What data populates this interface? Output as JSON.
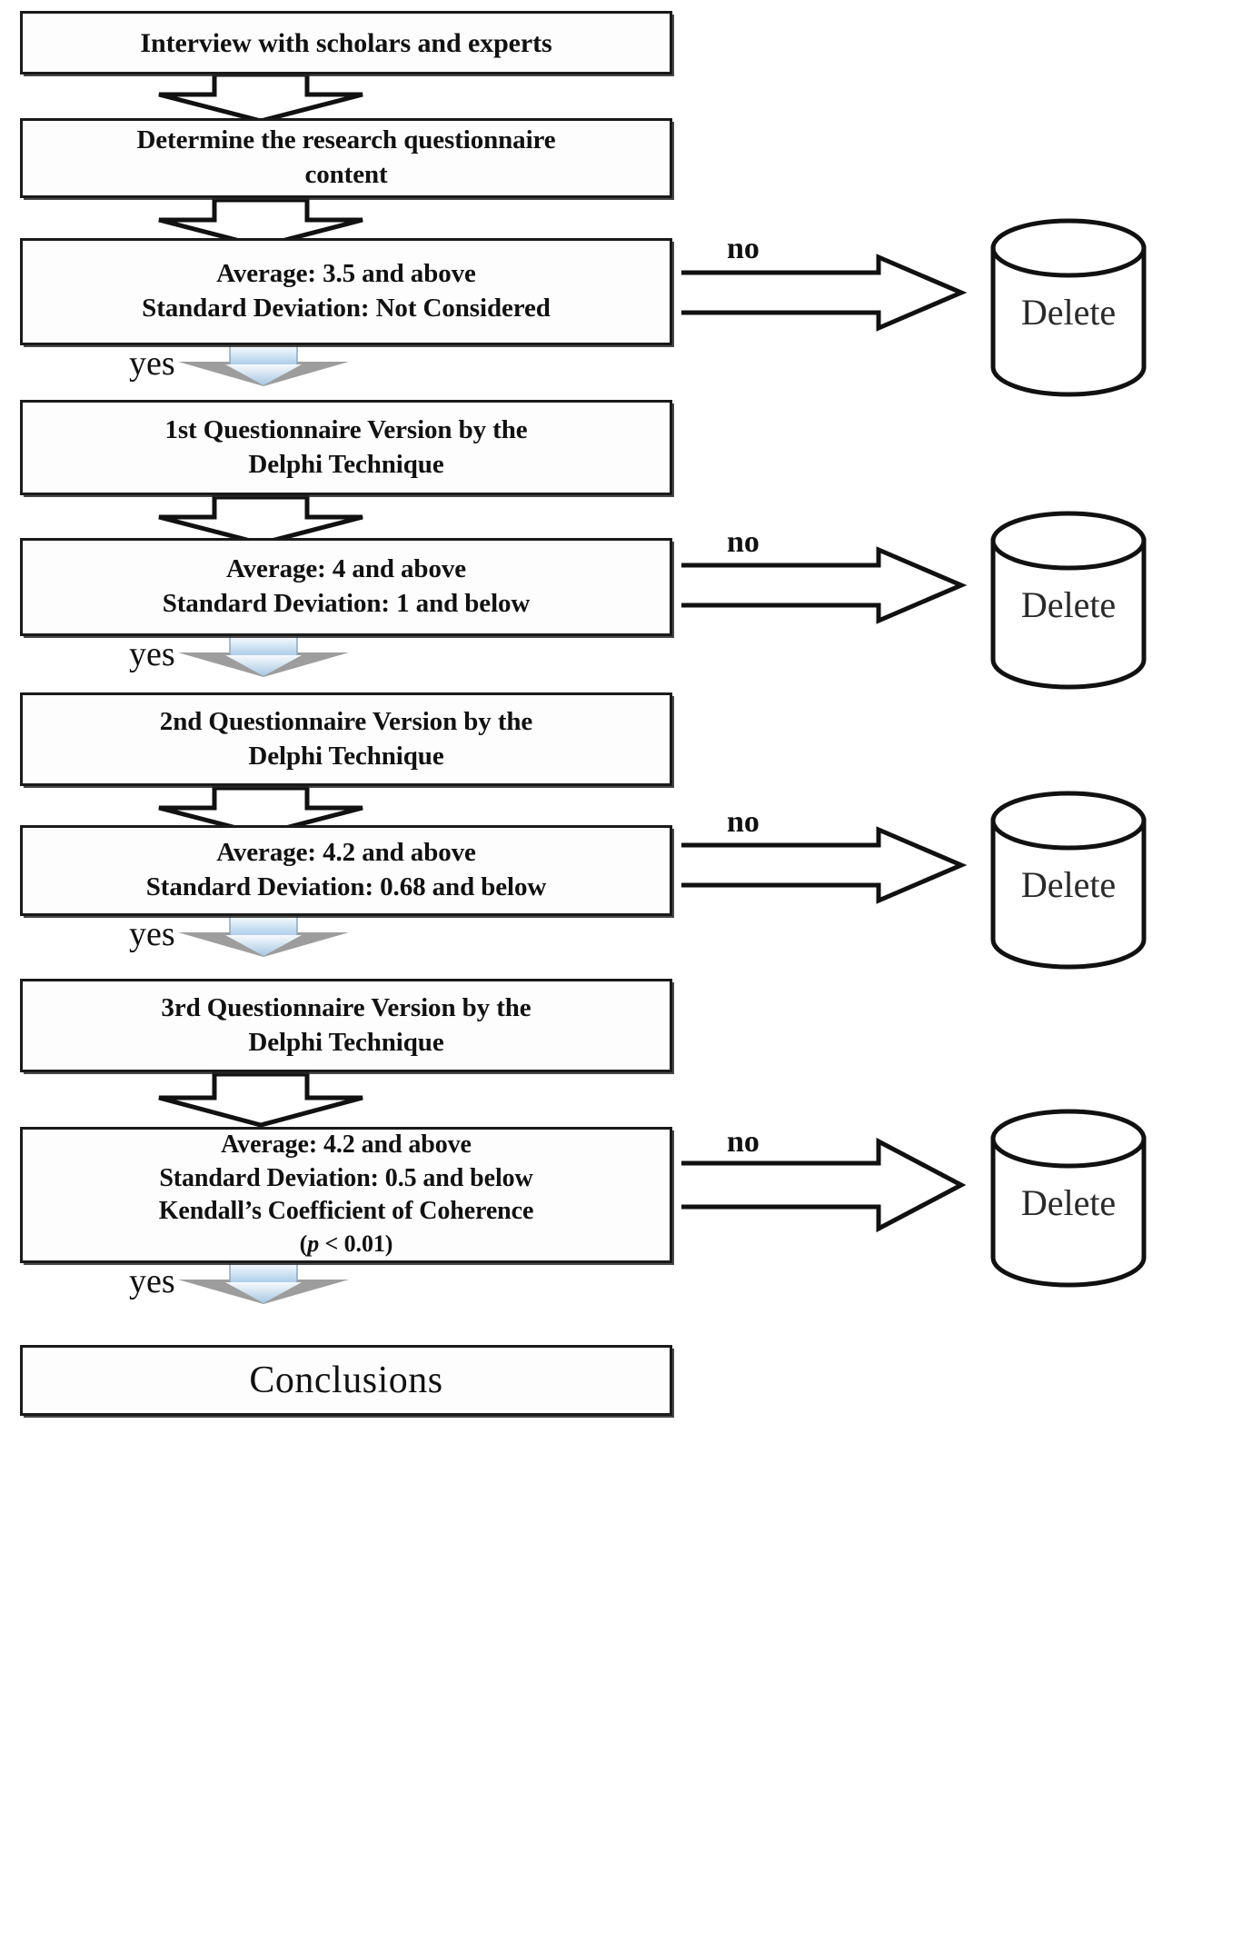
{
  "diagram": {
    "title": "Delphi Technique Questionnaire Screening Flowchart",
    "colors": {
      "stroke": "#1a1a1a",
      "box_fill": "#fdfdfd",
      "yes_arrow_top": "#f2f8fd",
      "yes_arrow_bottom": "#a8cbe8",
      "yes_arrow_wing": "#9a9a9a"
    },
    "nodes": [
      {
        "id": "interview",
        "type": "process",
        "text": "Interview with scholars and experts"
      },
      {
        "id": "determine",
        "type": "process",
        "line1": "Determine the research questionnaire",
        "line2": "content"
      },
      {
        "id": "criteria1",
        "type": "decision",
        "line1": "Average: 3.5 and above",
        "line2": "Standard Deviation: Not Considered"
      },
      {
        "id": "version1",
        "type": "process",
        "line1": "1st Questionnaire Version by the",
        "line2": "Delphi Technique"
      },
      {
        "id": "criteria2",
        "type": "decision",
        "line1": "Average: 4 and above",
        "line2": "Standard Deviation: 1 and below"
      },
      {
        "id": "version2",
        "type": "process",
        "line1": "2nd Questionnaire Version by the",
        "line2": "Delphi Technique"
      },
      {
        "id": "criteria3",
        "type": "decision",
        "line1": "Average: 4.2 and above",
        "line2": "Standard Deviation: 0.68 and below"
      },
      {
        "id": "version3",
        "type": "process",
        "line1": "3rd  Questionnaire Version by the",
        "line2": "Delphi Technique"
      },
      {
        "id": "criteria4",
        "type": "decision",
        "line1": "Average: 4.2 and above",
        "line2": "Standard Deviation: 0.5 and below",
        "line3": "Kendall’s Coefficient of Coherence",
        "line4_pre": "(",
        "line4_italic": "p",
        "line4_post": " < 0.01)"
      },
      {
        "id": "conclusions",
        "type": "terminal",
        "text": "Conclusions"
      }
    ],
    "datastores": [
      {
        "id": "delete1",
        "label": "Delete"
      },
      {
        "id": "delete2",
        "label": "Delete"
      },
      {
        "id": "delete3",
        "label": "Delete"
      },
      {
        "id": "delete4",
        "label": "Delete"
      }
    ],
    "edge_labels": {
      "no": "no",
      "yes": "yes"
    },
    "edges": [
      {
        "from": "interview",
        "to": "determine",
        "label": ""
      },
      {
        "from": "determine",
        "to": "criteria1",
        "label": ""
      },
      {
        "from": "criteria1",
        "to": "delete1",
        "label": "no"
      },
      {
        "from": "criteria1",
        "to": "version1",
        "label": "yes"
      },
      {
        "from": "version1",
        "to": "criteria2",
        "label": ""
      },
      {
        "from": "criteria2",
        "to": "delete2",
        "label": "no"
      },
      {
        "from": "criteria2",
        "to": "version2",
        "label": "yes"
      },
      {
        "from": "version2",
        "to": "criteria3",
        "label": ""
      },
      {
        "from": "criteria3",
        "to": "delete3",
        "label": "no"
      },
      {
        "from": "criteria3",
        "to": "version3",
        "label": "yes"
      },
      {
        "from": "version3",
        "to": "criteria4",
        "label": ""
      },
      {
        "from": "criteria4",
        "to": "delete4",
        "label": "no"
      },
      {
        "from": "criteria4",
        "to": "conclusions",
        "label": "yes"
      }
    ]
  }
}
